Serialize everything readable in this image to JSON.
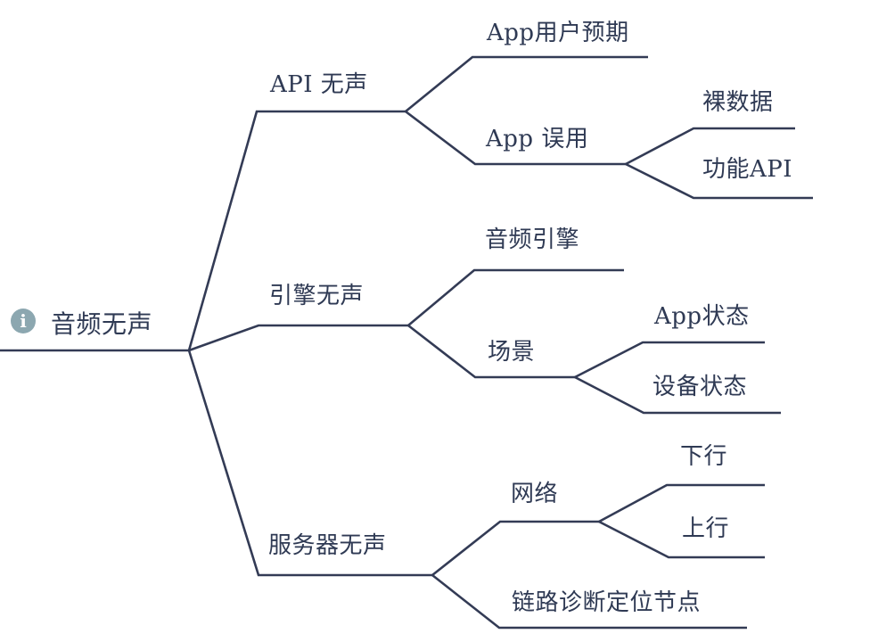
{
  "colors": {
    "line": "#333b55",
    "text": "#2f3a54",
    "info_icon_bg": "#8ca7b0",
    "info_icon_glyph_color": "#ffffff"
  },
  "mindmap": {
    "root": {
      "label": "音频无声",
      "marker": {
        "name": "info-icon",
        "glyph": "i"
      },
      "children": [
        {
          "label": "API 无声",
          "children": [
            {
              "label": "App用户预期",
              "children": []
            },
            {
              "label": "App 误用",
              "children": [
                {
                  "label": "裸数据",
                  "children": []
                },
                {
                  "label": "功能API",
                  "children": []
                }
              ]
            }
          ]
        },
        {
          "label": "引擎无声",
          "children": [
            {
              "label": "音频引擎",
              "children": []
            },
            {
              "label": "场景",
              "children": [
                {
                  "label": "App状态",
                  "children": []
                },
                {
                  "label": "设备状态",
                  "children": []
                }
              ]
            }
          ]
        },
        {
          "label": "服务器无声",
          "children": [
            {
              "label": "网络",
              "children": [
                {
                  "label": "下行",
                  "children": []
                },
                {
                  "label": "上行",
                  "children": []
                }
              ]
            },
            {
              "label": "链路诊断定位节点",
              "children": []
            }
          ]
        }
      ]
    }
  }
}
